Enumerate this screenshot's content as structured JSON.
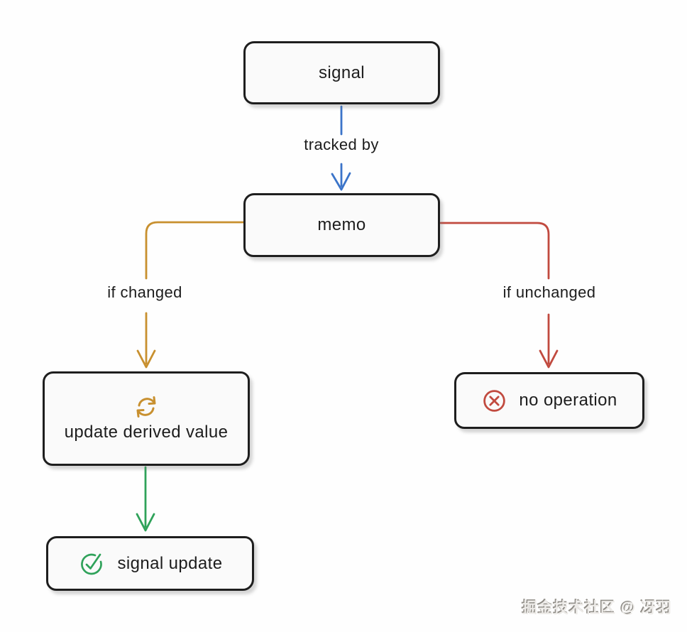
{
  "diagram_type": "flowchart",
  "colors": {
    "blue": "#3b74c9",
    "orange": "#c8902f",
    "red": "#c14a3f",
    "green": "#2fa25a",
    "node_border": "#1e1e1e",
    "node_fill": "#fafafa",
    "text": "#1d1d1d"
  },
  "nodes": {
    "signal": {
      "label": "signal"
    },
    "memo": {
      "label": "memo"
    },
    "update_derived_value": {
      "label": "update derived value",
      "icon": "refresh-cycle-icon"
    },
    "no_operation": {
      "label": "no operation",
      "icon": "x-circle-icon"
    },
    "signal_update": {
      "label": "signal update",
      "icon": "check-circle-icon"
    }
  },
  "edges": {
    "signal_to_memo": {
      "label": "tracked by",
      "color_name": "blue"
    },
    "memo_to_update": {
      "label": "if changed",
      "color_name": "orange"
    },
    "memo_to_noop": {
      "label": "if unchanged",
      "color_name": "red"
    },
    "update_to_signal_update": {
      "label": "",
      "color_name": "green"
    }
  },
  "watermark": "掘金技术社区 @ 冴羽"
}
